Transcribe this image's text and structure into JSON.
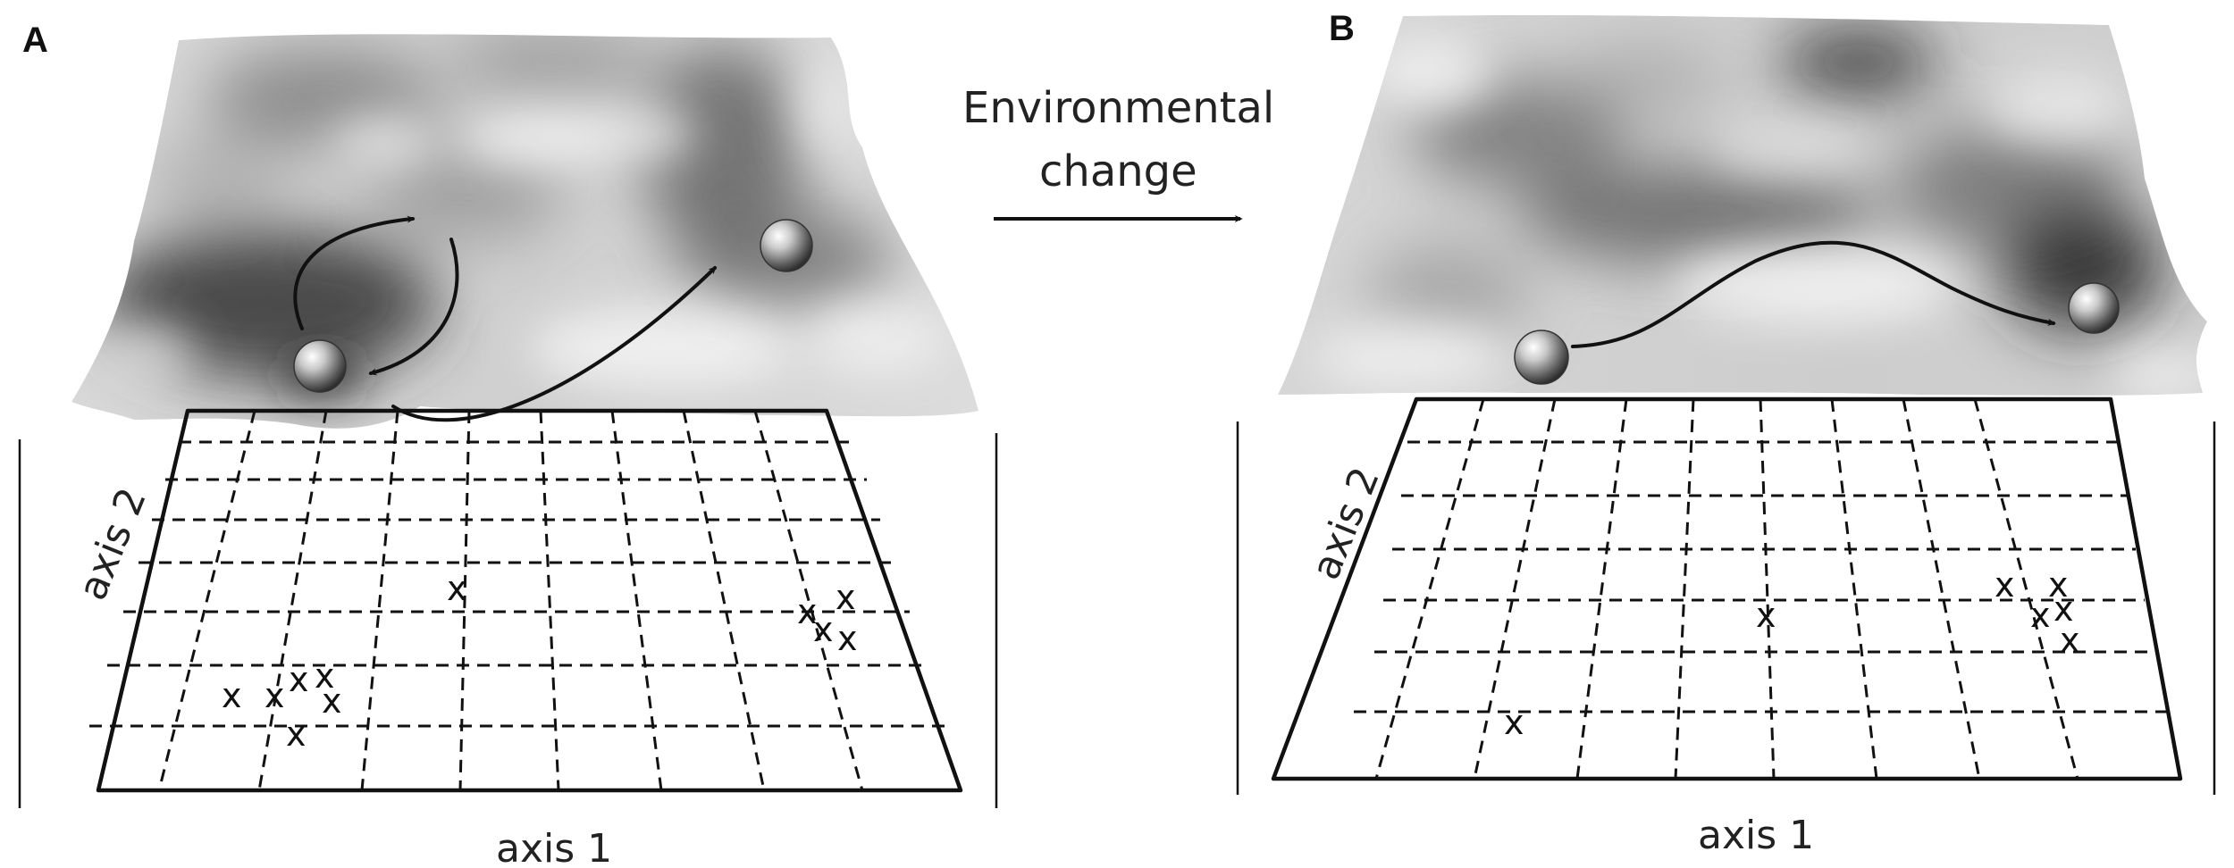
{
  "panels": [
    {
      "letter": "A",
      "xlabel": "axis 1",
      "ylabel": "axis 2"
    },
    {
      "letter": "B",
      "xlabel": "axis 1",
      "ylabel": "axis 2"
    }
  ],
  "transition": {
    "line1": "Environmental",
    "line2": "change"
  },
  "marker": "x",
  "colors": {
    "ink": "#111111",
    "surface_light": "#e6e6e6",
    "surface_dark": "#2a2a2a"
  }
}
